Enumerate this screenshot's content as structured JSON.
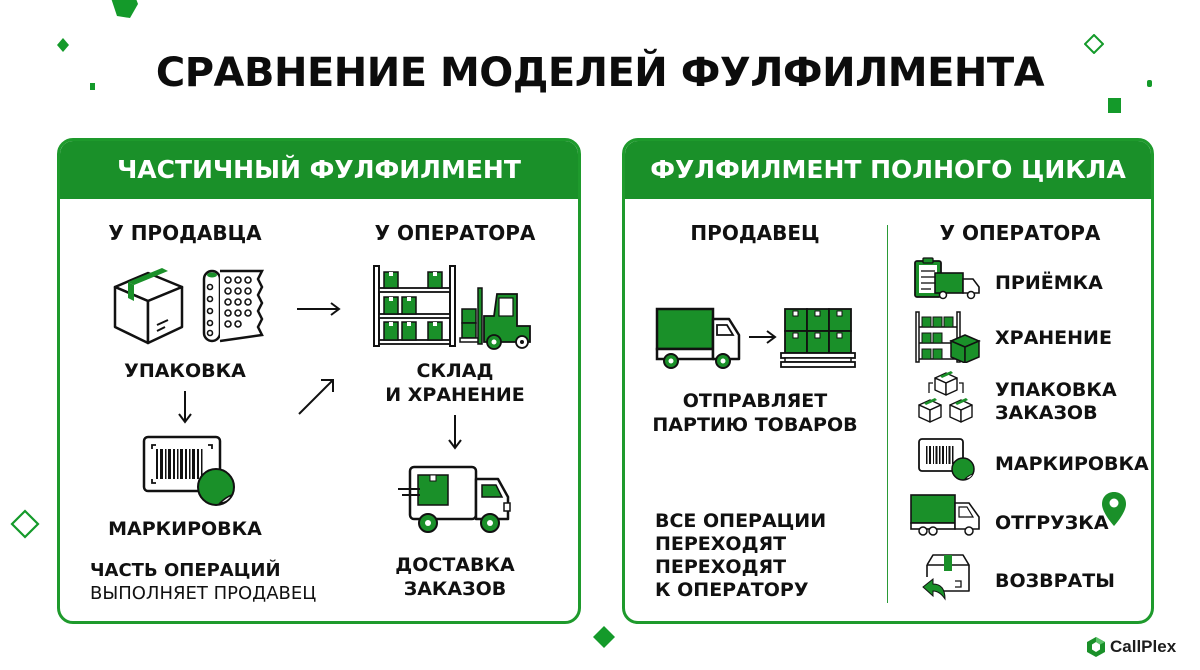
{
  "title": "СРАВНЕНИЕ МОДЕЛЕЙ ФУЛФИЛМЕНТА",
  "colors": {
    "accent": "#1a9029",
    "border": "#1e9a2c",
    "text": "#111111",
    "background": "#ffffff"
  },
  "left_panel": {
    "heading": "ЧАСТИЧНЫЙ ФУЛФИЛМЕНТ",
    "seller_column": {
      "heading": "У ПРОДАВЦА",
      "steps": [
        {
          "label": "УПАКОВКА",
          "icon": "box-and-bubble-wrap-icon"
        },
        {
          "label": "МАРКИРОВКА",
          "icon": "barcode-sticker-icon"
        }
      ],
      "note_bold": "ЧАСТЬ ОПЕРАЦИЙ",
      "note_regular": "ВЫПОЛНЯЕТ ПРОДАВЕЦ"
    },
    "operator_column": {
      "heading": "У ОПЕРАТОРА",
      "steps": [
        {
          "label_line1": "СКЛАД",
          "label_line2": "И ХРАНЕНИЕ",
          "icon": "warehouse-forklift-icon"
        },
        {
          "label_line1": "ДОСТАВКА",
          "label_line2": "ЗАКАЗОВ",
          "icon": "delivery-truck-icon"
        }
      ]
    },
    "arrows": [
      "→",
      "↓",
      "↗",
      "↓"
    ]
  },
  "right_panel": {
    "heading": "ФУЛФИЛМЕНТ ПОЛНОГО ЦИКЛА",
    "seller_column": {
      "heading": "ПРОДАВЕЦ",
      "action_line1": "ОТПРАВЛЯЕТ",
      "action_line2": "ПАРТИЮ ТОВАРОВ",
      "note_lines": [
        "ВСЕ ОПЕРАЦИИ",
        "ПЕРЕХОДЯТ",
        "ПЕРЕХОДЯТ",
        "К ОПЕРАТОРУ"
      ]
    },
    "operator_column": {
      "heading": "У ОПЕРАТОРА",
      "items": [
        {
          "label": "ПРИЁМКА",
          "icon": "clipboard-truck-icon"
        },
        {
          "label": "ХРАНЕНИЕ",
          "icon": "shelves-box-icon"
        },
        {
          "label_line1": "УПАКОВКА",
          "label_line2": "ЗАКАЗОВ",
          "icon": "boxes-cycle-icon"
        },
        {
          "label": "МАРКИРОВКА",
          "icon": "barcode-sticker-icon"
        },
        {
          "label": "ОТГРУЗКА",
          "icon": "cargo-truck-icon"
        },
        {
          "label": "ВОЗВРАТЫ",
          "icon": "return-box-icon"
        }
      ]
    }
  },
  "logo": {
    "text": "CallPlex"
  }
}
